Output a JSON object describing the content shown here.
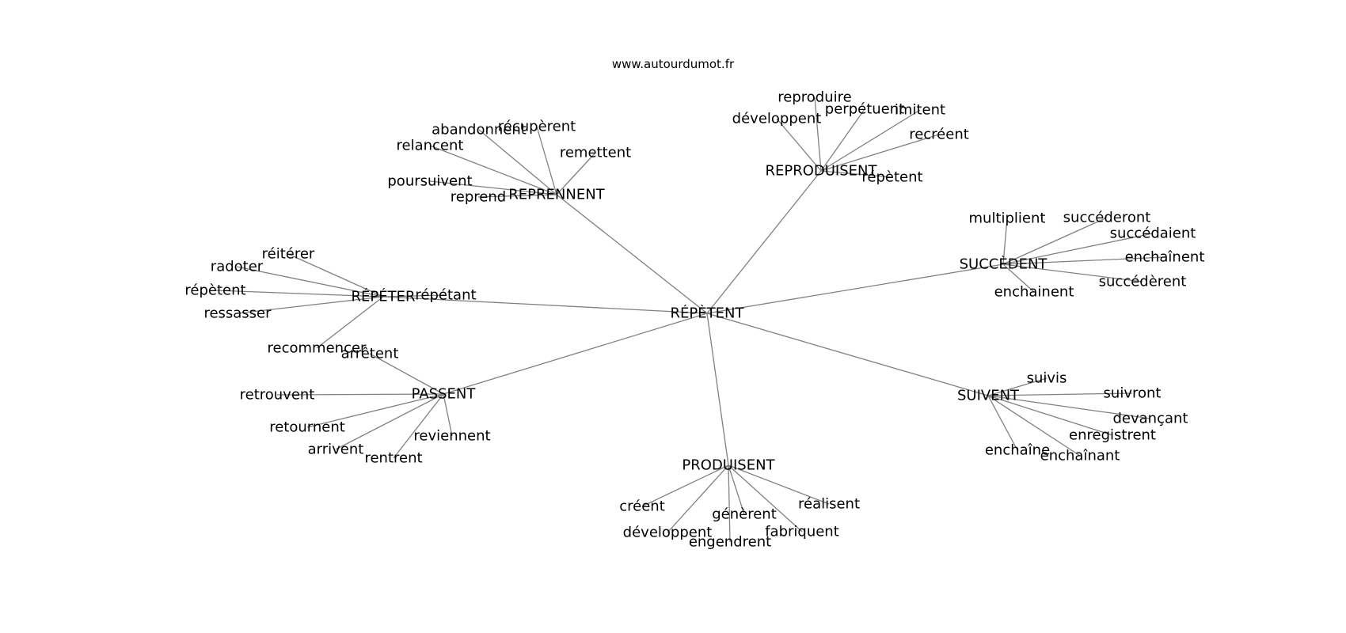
{
  "site": "www.autourdumot.fr",
  "graph": {
    "center": "RÉPÈTENT",
    "hubs": [
      {
        "label": "REPRENNENT",
        "words": [
          "abandonnent",
          "récupèrent",
          "relancent",
          "remettent",
          "poursuivent",
          "reprend"
        ]
      },
      {
        "label": "REPRODUISENT",
        "words": [
          "reproduire",
          "développent",
          "perpétuent",
          "imitent",
          "recréent",
          "répètent"
        ]
      },
      {
        "label": "SUCCÈDENT",
        "words": [
          "multiplient",
          "succéderont",
          "succédaient",
          "enchaînent",
          "succédèrent",
          "enchainent"
        ]
      },
      {
        "label": "SUIVENT",
        "words": [
          "suivis",
          "suivront",
          "devançant",
          "enregistrent",
          "enchaîne",
          "enchaînant"
        ]
      },
      {
        "label": "PRODUISENT",
        "words": [
          "créent",
          "développent",
          "génèrent",
          "réalisent",
          "fabriquent",
          "engendrent"
        ]
      },
      {
        "label": "PASSENT",
        "words": [
          "arrêtent",
          "retrouvent",
          "retournent",
          "arrivent",
          "reviennent",
          "rentrent"
        ]
      },
      {
        "label": "RÉPÉTER",
        "words": [
          "réitérer",
          "radoter",
          "répètent",
          "ressasser",
          "répétant",
          "recommencer"
        ]
      }
    ]
  },
  "colors": {
    "edge": "#808080",
    "text": "#000000",
    "background": "#ffffff"
  }
}
